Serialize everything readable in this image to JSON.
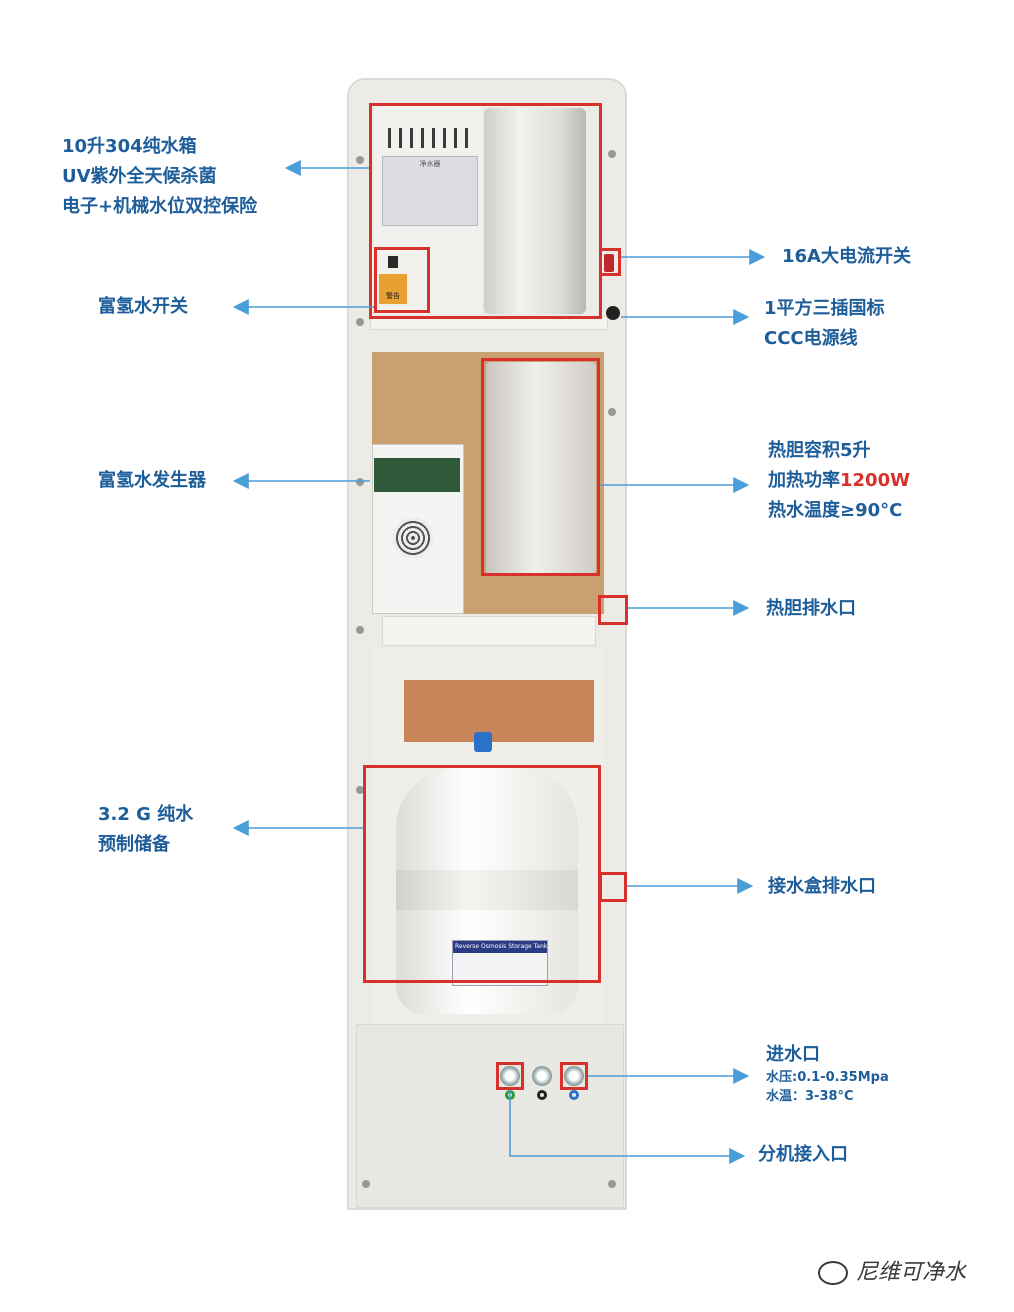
{
  "labels": {
    "tank": [
      "10升304纯水箱",
      "UV紫外全天候杀菌",
      "电子+机械水位双控保险"
    ],
    "h2_switch": "富氢水开关",
    "h2_generator": "富氢水发生器",
    "storage": [
      "3.2 G 纯水",
      "预制储备"
    ],
    "current_switch": "16A大电流开关",
    "power_cord": [
      "1平方三插国标",
      "CCC电源线"
    ],
    "heater_capacity": "热胆容积5升",
    "heater_power_prefix": "加热功率",
    "heater_power_value": "1200W",
    "heater_temp": "热水温度≥90°C",
    "heater_drain": "热胆排水口",
    "tray_drain": "接水盒排水口",
    "inlet_title": "进水口",
    "inlet_pressure": "水压:0.1-0.35Mpa",
    "inlet_temp": "水温：3-38°C",
    "sub_inlet": "分机接入口"
  },
  "device": {
    "tank_sticker_text": "净水器",
    "warning_text": "警告",
    "storage_tank_label": "Reverse Osmosis Storage Tank"
  },
  "watermark": "尼维可净水",
  "colors": {
    "label_blue": "#1d5d9a",
    "arrow_blue": "#4a9ed8",
    "highlight_red": "#d8302a",
    "cabinet": "#ecebe6"
  }
}
